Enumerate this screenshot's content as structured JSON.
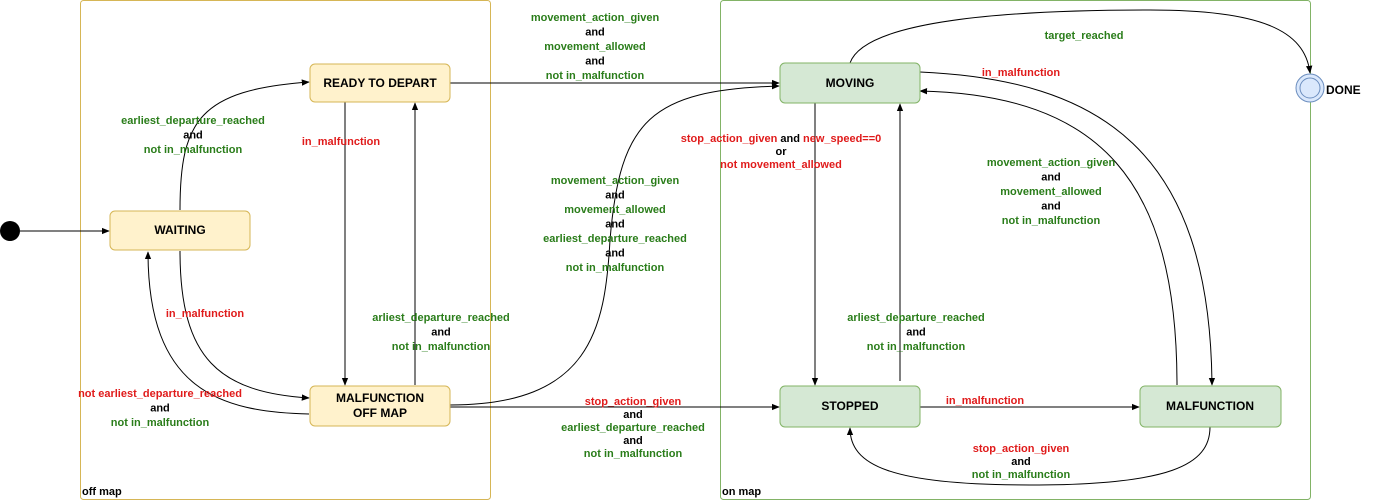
{
  "colors": {
    "green": "#2a7d1a",
    "red": "#e01b1b",
    "black": "#000000",
    "offmap_fill": "#fff2cc",
    "offmap_stroke": "#d6b656",
    "onmap_fill": "#d5e8d4",
    "onmap_stroke": "#82b366",
    "done_fill": "#dae8fc",
    "done_stroke": "#6c8ebf"
  },
  "groups": {
    "off_map": "off map",
    "on_map": "on map"
  },
  "states": {
    "waiting": "WAITING",
    "ready": "READY TO DEPART",
    "malf_off_1": "MALFUNCTION",
    "malf_off_2": "OFF MAP",
    "moving": "MOVING",
    "stopped": "STOPPED",
    "malfunction": "MALFUNCTION",
    "done": "DONE"
  },
  "labels": {
    "waiting_to_ready": [
      {
        "t": "earliest_departure_reached",
        "c": "green"
      },
      {
        "t": "and",
        "c": "black"
      },
      {
        "t": "not in_malfunction",
        "c": "green"
      }
    ],
    "waiting_to_malf": [
      {
        "t": "in_malfunction",
        "c": "red"
      }
    ],
    "malf_to_waiting": [
      {
        "t": "not earliest_departure_reached",
        "c": "red"
      },
      {
        "t": "and",
        "c": "black"
      },
      {
        "t": "not in_malfunction",
        "c": "green"
      }
    ],
    "ready_to_malf": [
      {
        "t": "in_malfunction",
        "c": "red"
      }
    ],
    "malf_to_ready": [
      {
        "t": "arliest_departure_reached",
        "c": "green"
      },
      {
        "t": "and",
        "c": "black"
      },
      {
        "t": "not in_malfunction",
        "c": "green"
      }
    ],
    "ready_to_moving": [
      {
        "t": "movement_action_given",
        "c": "green"
      },
      {
        "t": "and",
        "c": "black"
      },
      {
        "t": "movement_allowed",
        "c": "green"
      },
      {
        "t": "and",
        "c": "black"
      },
      {
        "t": "not in_malfunction",
        "c": "green"
      }
    ],
    "malfoff_to_moving": [
      {
        "t": "movement_action_given",
        "c": "green"
      },
      {
        "t": "and",
        "c": "black"
      },
      {
        "t": "movement_allowed",
        "c": "green"
      },
      {
        "t": "and",
        "c": "black"
      },
      {
        "t": "earliest_departure_reached",
        "c": "green"
      },
      {
        "t": "and",
        "c": "black"
      },
      {
        "t": "not in_malfunction",
        "c": "green"
      }
    ],
    "malfoff_to_stopped": [
      {
        "t": "stop_action_given",
        "c": "red"
      },
      {
        "t": "and",
        "c": "black"
      },
      {
        "t": "earliest_departure_reached",
        "c": "green"
      },
      {
        "t": "and",
        "c": "black"
      },
      {
        "t": "not in_malfunction",
        "c": "green"
      }
    ],
    "moving_to_stopped": [
      {
        "parts": [
          {
            "t": "stop_action_given",
            "c": "red"
          },
          {
            "t": " and ",
            "c": "black"
          },
          {
            "t": "new_speed==0",
            "c": "red"
          }
        ]
      },
      {
        "t": "or",
        "c": "black"
      },
      {
        "t": "not movement_allowed",
        "c": "red"
      }
    ],
    "stopped_to_moving": [
      {
        "t": "arliest_departure_reached",
        "c": "green"
      },
      {
        "t": "and",
        "c": "black"
      },
      {
        "t": "not in_malfunction",
        "c": "green"
      }
    ],
    "moving_to_done": [
      {
        "t": "target_reached",
        "c": "green"
      }
    ],
    "moving_to_malf": [
      {
        "t": "in_malfunction",
        "c": "red"
      }
    ],
    "malf_to_moving": [
      {
        "t": "movement_action_given",
        "c": "green"
      },
      {
        "t": "and",
        "c": "black"
      },
      {
        "t": "movement_allowed",
        "c": "green"
      },
      {
        "t": "and",
        "c": "black"
      },
      {
        "t": "not in_malfunction",
        "c": "green"
      }
    ],
    "stopped_to_malf": [
      {
        "t": "in_malfunction",
        "c": "red"
      }
    ],
    "malf_to_stopped": [
      {
        "t": "stop_action_given",
        "c": "red"
      },
      {
        "t": "and",
        "c": "black"
      },
      {
        "t": "not in_malfunction",
        "c": "green"
      }
    ]
  }
}
